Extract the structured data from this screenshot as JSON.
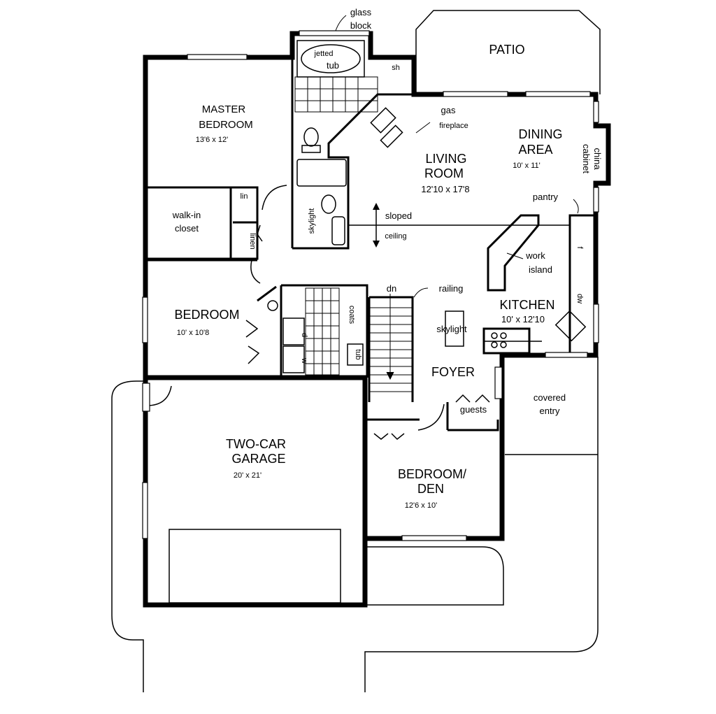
{
  "plan": {
    "rooms": {
      "patio": "PATIO",
      "master_bedroom": [
        "MASTER",
        "BEDROOM"
      ],
      "master_bedroom_size": "13'6 x 12'",
      "walk_in_closet": [
        "walk-in",
        "closet"
      ],
      "lin": "lin",
      "linen": "linen",
      "living_room": [
        "LIVING",
        "ROOM"
      ],
      "living_room_size": "12'10 x 17'8",
      "dining_area": [
        "DINING",
        "AREA"
      ],
      "dining_area_size": "10' x 11'",
      "kitchen": "KITCHEN",
      "kitchen_size": "10' x 12'10",
      "bedroom": "BEDROOM",
      "bedroom_size": "10' x 10'8",
      "foyer": "FOYER",
      "two_car_garage": [
        "TWO-CAR",
        "GARAGE"
      ],
      "garage_size": "20' x 21'",
      "bedroom_den": [
        "BEDROOM/",
        "DEN"
      ],
      "bedroom_den_size": "12'6 x 10'",
      "covered_entry": [
        "covered",
        "entry"
      ]
    },
    "annotations": {
      "glass_block": [
        "glass",
        "block"
      ],
      "jetted_tub": [
        "jetted",
        "tub"
      ],
      "sh": "sh",
      "gas_fireplace": [
        "gas",
        "fireplace"
      ],
      "china_cabinet": [
        "china",
        "cabinet"
      ],
      "pantry": "pantry",
      "sloped_ceiling": [
        "sloped",
        "ceiling"
      ],
      "skylight_bath": "skylight",
      "work_island": [
        "work",
        "island"
      ],
      "railing": "railing",
      "dn": "dn",
      "skylight_foyer": "skylight",
      "coats": "coats",
      "guests": "guests",
      "tub": "tub",
      "d": "d",
      "w": "w",
      "f": "f",
      "dw": "dw"
    }
  }
}
